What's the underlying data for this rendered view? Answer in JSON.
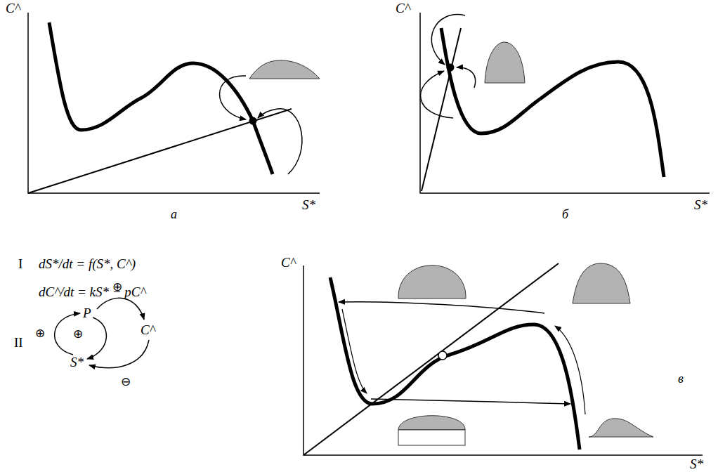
{
  "diagram": {
    "labels": [
      "C^",
      "S*",
      "а",
      "C^",
      "S*",
      "б",
      "I",
      "dS*/dt = f(S*, C^)",
      "dC^/dt = kS* − pC^",
      "II",
      "P",
      "⊕",
      "C^",
      "⊕",
      "⊕",
      "S*",
      "⊖",
      "C^",
      "в",
      "S*"
    ]
  }
}
